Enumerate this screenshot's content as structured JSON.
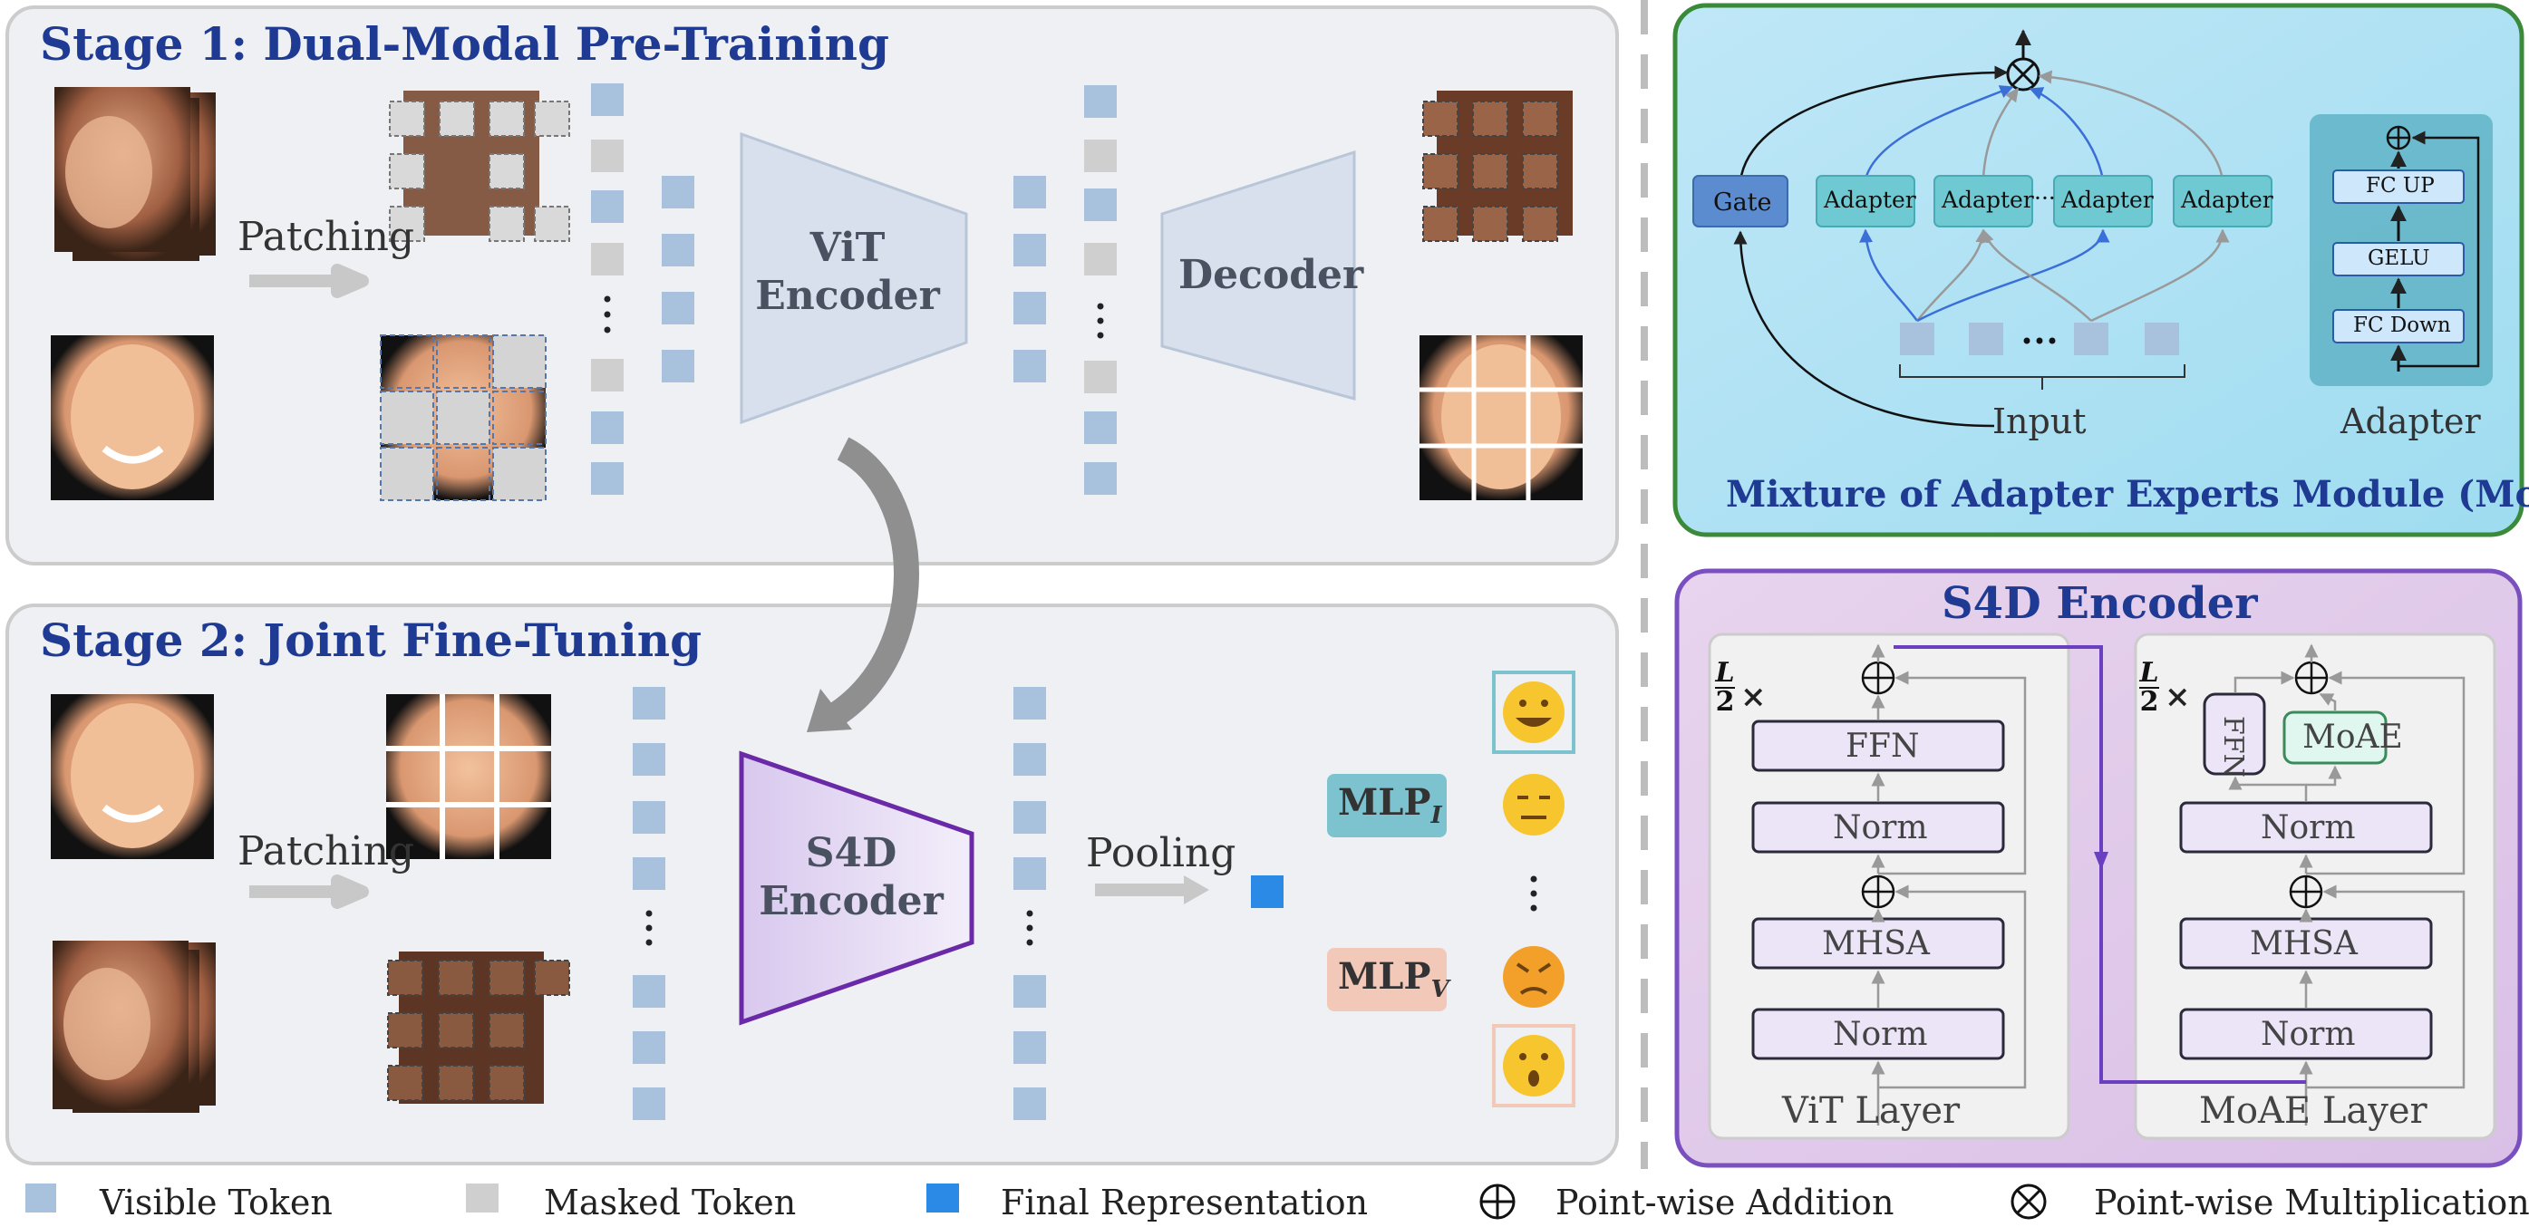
{
  "stage1": {
    "title": "Stage 1: Dual-Modal Pre-Training",
    "patching": "Patching",
    "vit_encoder_l1": "ViT",
    "vit_encoder_l2": "Encoder",
    "decoder": "Decoder"
  },
  "stage2": {
    "title": "Stage 2: Joint Fine-Tuning",
    "patching": "Patching",
    "s4d_l1": "S4D",
    "s4d_l2": "Encoder",
    "pooling": "Pooling",
    "mlp_i": "MLP",
    "mlp_i_sub": "I",
    "mlp_v": "MLP",
    "mlp_v_sub": "V"
  },
  "moae": {
    "gate": "Gate",
    "adapter": "Adapter",
    "ellipsis": "···",
    "input": "Input",
    "adapter_caption": "Adapter",
    "fc_up": "FC UP",
    "gelu": "GELU",
    "fc_down": "FC Down",
    "title": "Mixture of Adapter Experts Module (MoAE)"
  },
  "s4d": {
    "title": "S4D Encoder",
    "l_num": "L",
    "l_den": "2",
    "times": "×",
    "ffn": "FFN",
    "norm": "Norm",
    "mhsa": "MHSA",
    "moae_block": "MoAE",
    "vit_layer": "ViT Layer",
    "moae_layer": "MoAE Layer"
  },
  "legend": {
    "visible": "Visible Token",
    "masked": "Masked Token",
    "final": "Final Representation",
    "add": "Point-wise Addition",
    "mul": "Point-wise Multiplication"
  },
  "colors": {
    "visible_token": "#a8c1dc",
    "masked_token": "#cfcfcf",
    "final_token": "#2b8ae6",
    "stage_border": "#c8c8c8",
    "moae_border": "#3a8a3a",
    "s4d_border": "#7a4fc0",
    "title_blue": "#1f3a93"
  }
}
